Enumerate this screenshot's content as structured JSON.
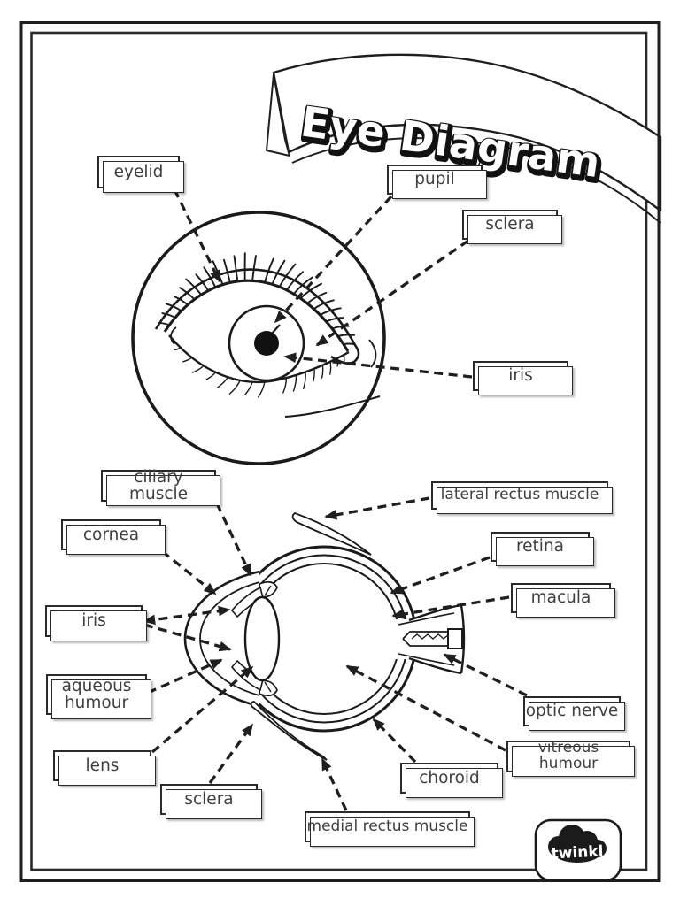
{
  "page": {
    "title": "Eye Diagram",
    "brand_logo": "twinkl",
    "ink_color": "#231f20",
    "paper_color": "#ffffff"
  },
  "external_eye_labels": {
    "eyelid": "eyelid",
    "pupil": "pupil",
    "sclera": "sclera",
    "iris": "iris"
  },
  "cross_section_labels": {
    "ciliary_muscle": "ciliary muscle",
    "cornea": "cornea",
    "iris": "iris",
    "aqueous_humour": "aqueous humour",
    "lens": "lens",
    "sclera": "sclera",
    "lateral_rectus_muscle": "lateral rectus muscle",
    "retina": "retina",
    "macula": "macula",
    "optic_nerve": "optic nerve",
    "vitreous_humour": "vitreous humour",
    "choroid": "choroid",
    "medial_rectus_muscle": "medial rectus muscle"
  }
}
